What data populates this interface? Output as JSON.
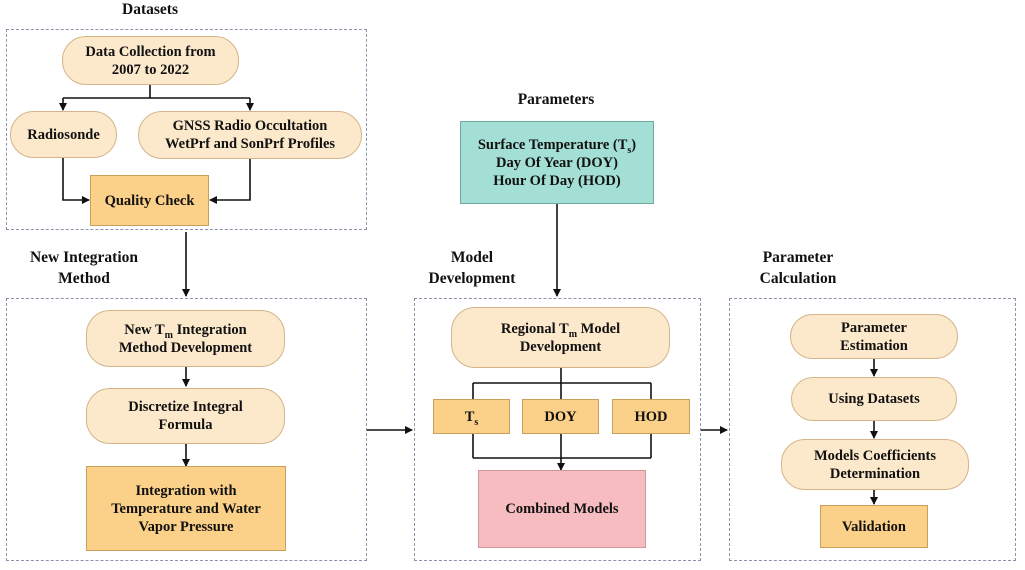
{
  "titles": {
    "datasets": "Datasets",
    "parameters": "Parameters",
    "new_integration": "New Integration Method",
    "model_development": "Model Development",
    "parameter_calculation": "Parameter Calculation"
  },
  "datasets": {
    "data_collection": [
      "Data Collection from",
      "2007 to 2022"
    ],
    "radiosonde": "Radiosonde",
    "gnss": [
      "GNSS Radio Occultation",
      "WetPrf and SonPrf Profiles"
    ],
    "quality_check": "Quality Check"
  },
  "parameters_box": {
    "surface_temp_prefix": "Surface Temperature (T",
    "surface_temp_sub": "s",
    "surface_temp_suffix": ")",
    "doy": "Day Of  Year (DOY)",
    "hod": "Hour Of  Day (HOD)"
  },
  "integration": {
    "new_tm_prefix": "New T",
    "new_tm_sub": "m",
    "new_tm_suffix": " Integration",
    "new_tm_line2": "Method Development",
    "discretize": [
      "Discretize Integral",
      "Formula"
    ],
    "integration_with": [
      "Integration with",
      "Temperature and Water",
      "Vapor Pressure"
    ]
  },
  "model": {
    "regional_prefix": "Regional T",
    "regional_sub": "m",
    "regional_suffix": " Model",
    "regional_line2": "Development",
    "ts_main": "T",
    "ts_sub": "s",
    "doy": "DOY",
    "hod": "HOD",
    "combined": "Combined Models"
  },
  "calculation": {
    "parameter_estimation": [
      "Parameter",
      "Estimation"
    ],
    "using_datasets": "Using Datasets",
    "models_coefficients": [
      "Models Coefficients",
      "Determination"
    ],
    "validation": "Validation"
  },
  "colors": {
    "pill_fill": "#fce8cb",
    "rect_fill": "#fbd088",
    "teal_fill": "#a4dfd5",
    "pink_fill": "#f6bcbf",
    "dashed_border": "#8a93a8"
  }
}
